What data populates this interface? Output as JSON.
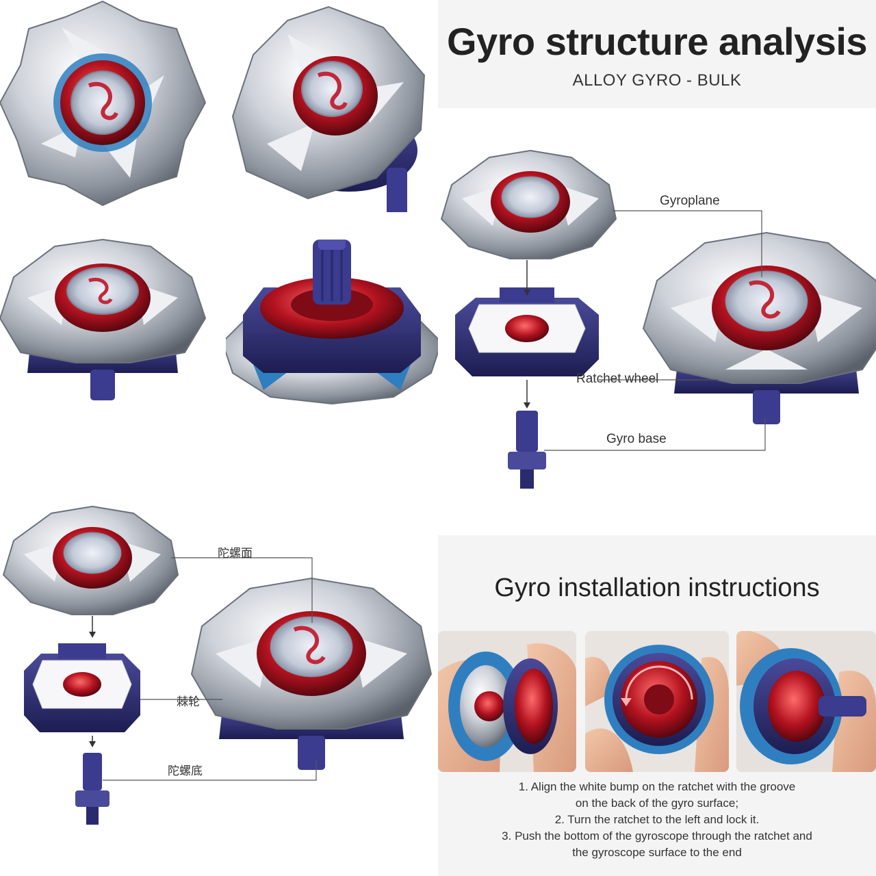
{
  "header": {
    "title": "Gyro structure analysis",
    "subtitle": "ALLOY GYRO - BULK"
  },
  "structure_labels_en": {
    "gyroplane": "Gyroplane",
    "ratchet_wheel": "Ratchet wheel",
    "gyro_base": "Gyro base"
  },
  "structure_labels_cn": {
    "gyroplane": "陀螺面",
    "ratchet_wheel": "棘轮",
    "gyro_base": "陀螺底"
  },
  "installation": {
    "title": "Gyro installation instructions",
    "steps": [
      "1. Align the white bump on the ratchet with the groove",
      "on the back of the gyro surface;",
      "2. Turn the ratchet to the left and lock it.",
      "3. Push the bottom of the gyroscope through the ratchet and",
      "the gyroscope surface to the end"
    ]
  },
  "colors": {
    "silver": "#c9ccd2",
    "navy": "#2a2a6e",
    "red": "#b3121f",
    "blue_accent": "#2f7fc0",
    "panel_bg": "#f4f4f4"
  }
}
